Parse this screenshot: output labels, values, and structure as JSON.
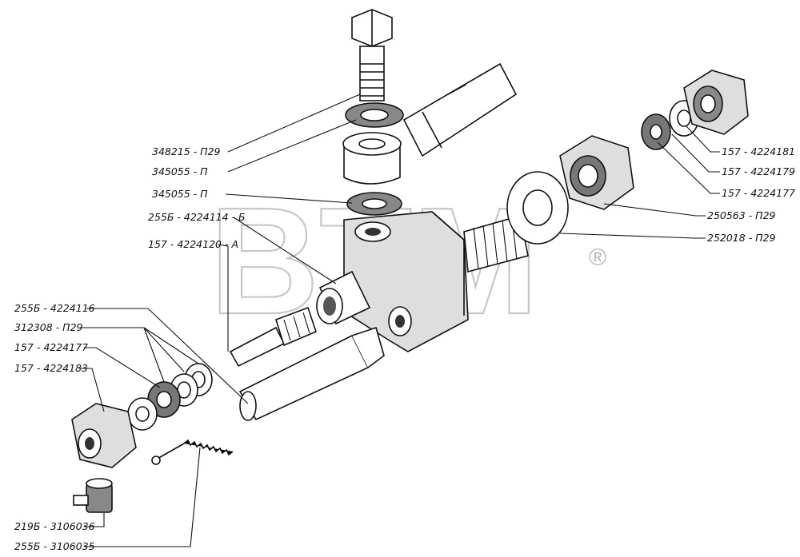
{
  "watermark": {
    "text": "BTM",
    "registered": "®"
  },
  "parts": [
    {
      "id": "bolt",
      "label": "348215 - П29"
    },
    {
      "id": "washer_top",
      "label": "345055 - П"
    },
    {
      "id": "washer_mid",
      "label": "345055 - П"
    },
    {
      "id": "union_fitting",
      "label": "255Б - 4224114 - Б"
    },
    {
      "id": "valve_stem",
      "label": "157 - 4224120 - А"
    },
    {
      "id": "long_tube",
      "label": "255Б - 4224116"
    },
    {
      "id": "gasket_left",
      "label": "312308 - П29"
    },
    {
      "id": "washer_left",
      "label": "157 - 4224177"
    },
    {
      "id": "nut_left",
      "label": "157 - 4224183"
    },
    {
      "id": "valve_core",
      "label": "219Б - 3106036"
    },
    {
      "id": "valve_spring",
      "label": "255Б - 3106035"
    },
    {
      "id": "nut_right_small",
      "label": "157 - 4224181"
    },
    {
      "id": "gasket_right",
      "label": "157 - 4224179"
    },
    {
      "id": "washer_right",
      "label": "157 - 4224177"
    },
    {
      "id": "nut_right_big",
      "label": "250563 - П29"
    },
    {
      "id": "flat_washer_big",
      "label": "252018 - П29"
    }
  ]
}
